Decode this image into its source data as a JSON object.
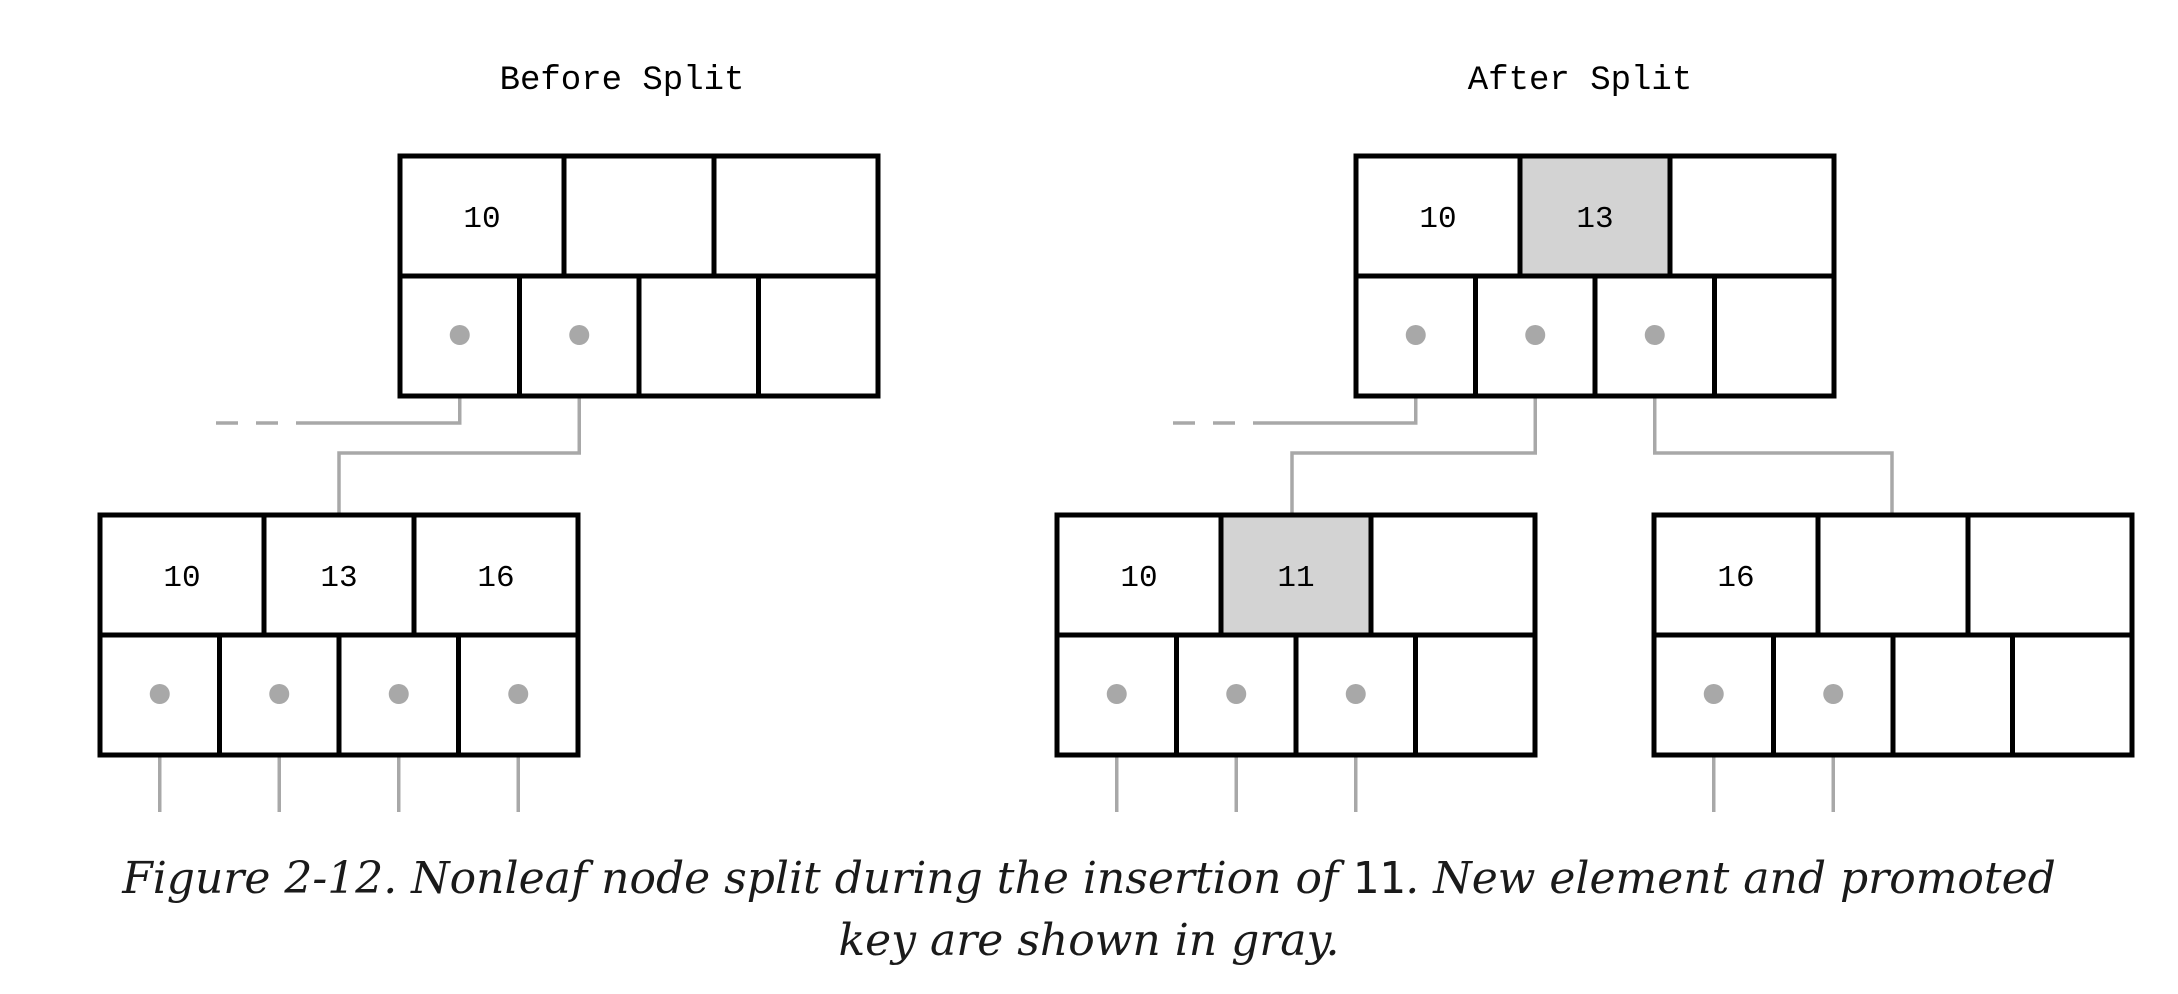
{
  "panels": {
    "before": {
      "title": "Before Split"
    },
    "after": {
      "title": "After Split"
    }
  },
  "nodes": {
    "before_parent": {
      "keys": [
        "10",
        "",
        ""
      ],
      "highlight": [
        false,
        false,
        false
      ],
      "pointers": [
        true,
        true,
        false,
        false
      ]
    },
    "before_child": {
      "keys": [
        "10",
        "13",
        "16"
      ],
      "highlight": [
        false,
        false,
        false
      ],
      "pointers": [
        true,
        true,
        true,
        true
      ]
    },
    "after_parent": {
      "keys": [
        "10",
        "13",
        ""
      ],
      "highlight": [
        false,
        true,
        false
      ],
      "pointers": [
        true,
        true,
        true,
        false
      ]
    },
    "after_left": {
      "keys": [
        "10",
        "11",
        ""
      ],
      "highlight": [
        false,
        true,
        false
      ],
      "pointers": [
        true,
        true,
        true,
        false
      ]
    },
    "after_right": {
      "keys": [
        "16",
        "",
        ""
      ],
      "highlight": [
        false,
        false,
        false
      ],
      "pointers": [
        true,
        true,
        false,
        false
      ]
    }
  },
  "caption": {
    "before_code": "Figure 2-12. Nonleaf node split during the insertion of ",
    "code": "11",
    "after_code": ". New element and promoted key are shown in gray."
  },
  "colors": {
    "highlight": "#d3d3d3",
    "connector": "#a8a8a8"
  }
}
